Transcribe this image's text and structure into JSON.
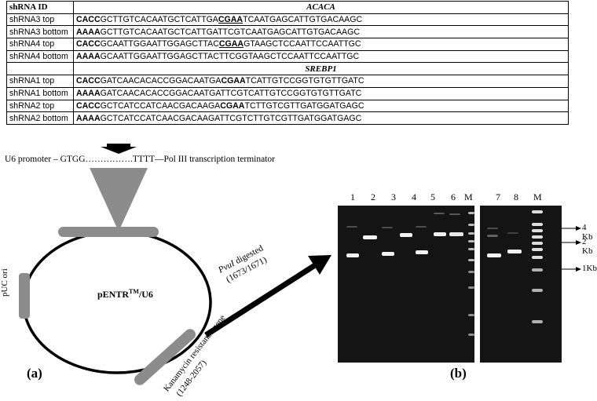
{
  "table": {
    "header_id": "shRNA ID",
    "groups": [
      {
        "gene": "ACACA",
        "rows": [
          {
            "id": "shRNA3 top",
            "seq": [
              [
                "b",
                "CACC"
              ],
              [
                "n",
                "GCTTGTCACAATGCTCATTGA"
              ],
              [
                "bu",
                "CGAA"
              ],
              [
                "n",
                "TCAATGAGCATTGTGACAAGC"
              ]
            ]
          },
          {
            "id": "shRNA3 bottom",
            "seq": [
              [
                "b",
                "AAAA"
              ],
              [
                "n",
                "GCTTGTCACAATGCTCATTGATTCGTCAATGAGCATTGTGACAAGC"
              ]
            ]
          },
          {
            "id": "shRNA4 top",
            "seq": [
              [
                "b",
                "CACC"
              ],
              [
                "n",
                "GCAATTGGAATTGGAGCTTAC"
              ],
              [
                "bu",
                "CGAA"
              ],
              [
                "n",
                "GTAAGCTCCAATTCCAATTGC"
              ]
            ]
          },
          {
            "id": "shRNA4 bottom",
            "seq": [
              [
                "b",
                "AAAA"
              ],
              [
                "n",
                "GCAATTGGAATTGGAGCTTACTTCGGTAAGCTCCAATTCCAATTGC"
              ]
            ]
          }
        ]
      },
      {
        "gene": "SREBP1",
        "rows": [
          {
            "id": "shRNA1 top",
            "seq": [
              [
                "b",
                "CACC"
              ],
              [
                "n",
                "GATCAACACACCGGACAATGA"
              ],
              [
                "b",
                "CGAA"
              ],
              [
                "n",
                "TCATTGTCCGGTGTGTTGATC"
              ]
            ]
          },
          {
            "id": "shRNA1 bottom",
            "seq": [
              [
                "b",
                "AAAA"
              ],
              [
                "n",
                "GATCAACACACCGGACAATGATTCGTCATTGTCCGGTGTGTTGATC"
              ]
            ]
          },
          {
            "id": "shRNA2 top",
            "seq": [
              [
                "b",
                "CACC"
              ],
              [
                "n",
                "GCTCATCCATCAACGACAAGA"
              ],
              [
                "b",
                "CGAA"
              ],
              [
                "n",
                "TCTTGTCGTTGATGGATGAGC"
              ]
            ]
          },
          {
            "id": "shRNA2 bottom",
            "seq": [
              [
                "b",
                "AAAA"
              ],
              [
                "n",
                "GCTCATCCATCAACGACAAGATTCGTCTTGTCGTTGATGGATGAGC"
              ]
            ]
          }
        ]
      }
    ]
  },
  "promoter_text": "U6 promoter – GTGG…………….TTTT—Pol III transcription terminator",
  "plasmid": {
    "name": "pENTR",
    "name_sup": "TM",
    "name_suffix": "/U6",
    "ori_label": "pUC ori",
    "kan_line1": "Kanamycin resistance gene",
    "kan_line2": "(1248-2057)"
  },
  "digest": {
    "line1_enzyme": "PvuI",
    "line1_rest": " digested",
    "line2": "(1673/1671)"
  },
  "panel_labels": {
    "a": "(a)",
    "b": "(b)"
  },
  "gel": {
    "left_lanes": [
      "1",
      "2",
      "3",
      "4",
      "5",
      "6",
      "M"
    ],
    "right_lanes": [
      "7",
      "8",
      "M"
    ],
    "size_markers": [
      "4 Kb",
      "2 Kb",
      "1Kb"
    ]
  },
  "colors": {
    "plasmid_gray": "#8c8c8c",
    "gel_background": "#141414",
    "band": "#f2f2f2"
  }
}
